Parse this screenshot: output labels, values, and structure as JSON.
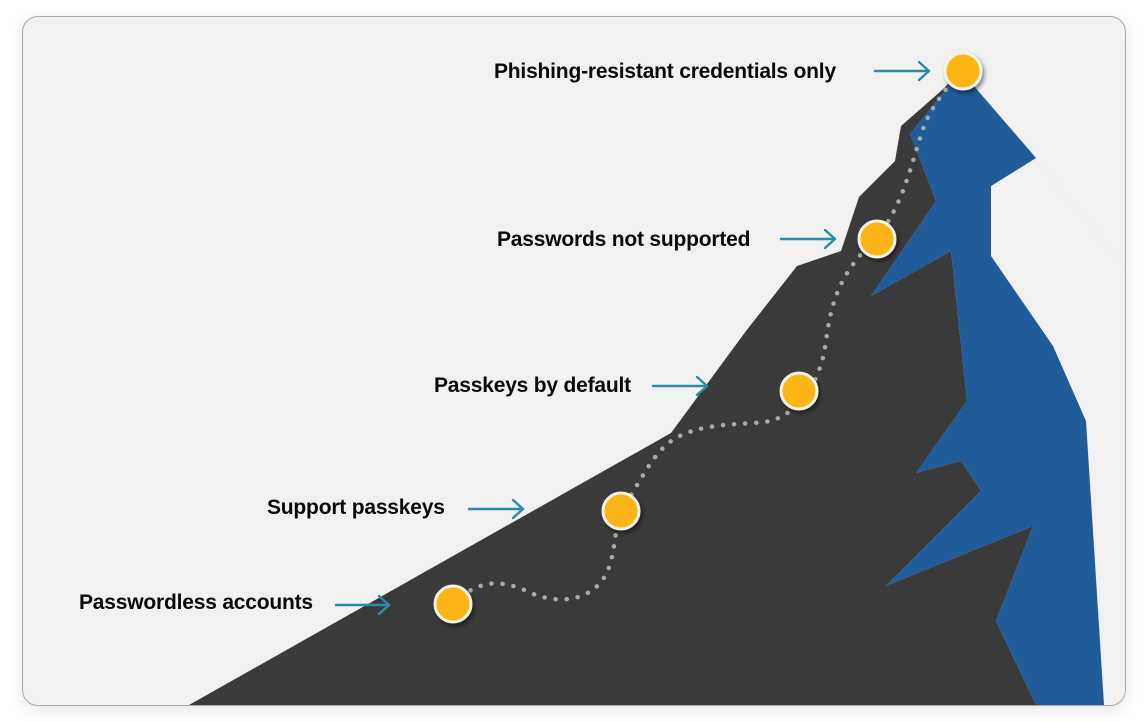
{
  "diagram": {
    "title": "Passkey adoption journey",
    "colors": {
      "background": "#f1f1f1",
      "mountain": "#3a3a3a",
      "mountain_shade": "#1f5c99",
      "milestone": "#fbb516",
      "milestone_ring": "#f4f1e6",
      "trail": "#a9a9a9",
      "arrow": "#2a8aa8"
    },
    "milestones": [
      {
        "label": "Passwordless accounts"
      },
      {
        "label": "Support passkeys"
      },
      {
        "label": "Passkeys by default"
      },
      {
        "label": "Passwords not supported"
      },
      {
        "label": "Phishing-resistant credentials only"
      }
    ]
  }
}
